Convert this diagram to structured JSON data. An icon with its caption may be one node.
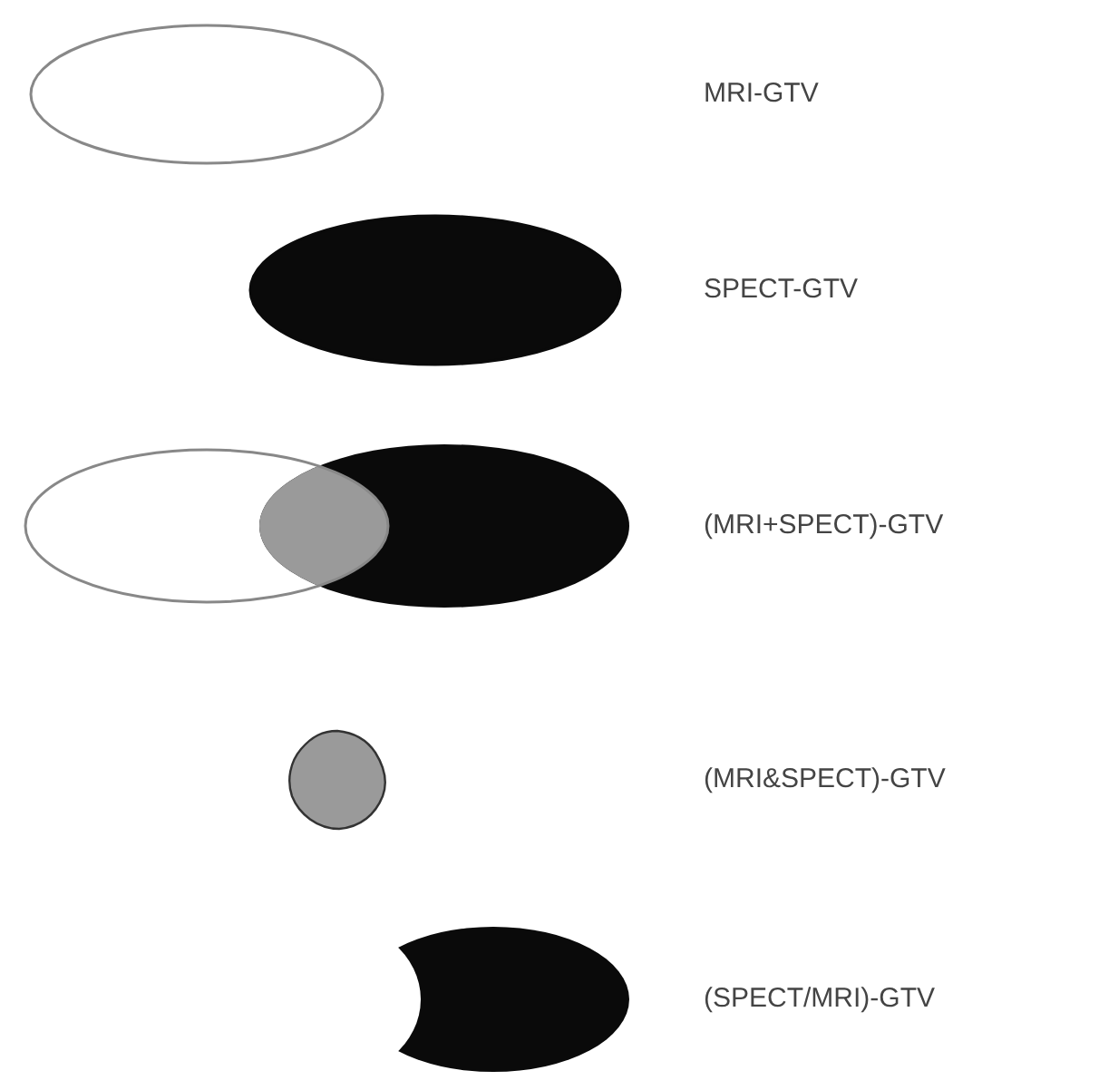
{
  "diagram": {
    "nodes": [
      {
        "text": [],
        "shape": "ellipse"
      },
      {
        "text": [],
        "shape": "ellipse"
      },
      {
        "text": [],
        "shape": "overlap"
      },
      {
        "text": [],
        "shape": "blob"
      },
      {
        "text": [],
        "shape": "crescent"
      }
    ],
    "labels": [
      "MRI-GTV",
      "SPECT-GTV",
      "(MRI+SPECT)-GTV",
      "(MRI&SPECT)-GTV",
      "(SPECT/MRI)-GTV"
    ]
  }
}
